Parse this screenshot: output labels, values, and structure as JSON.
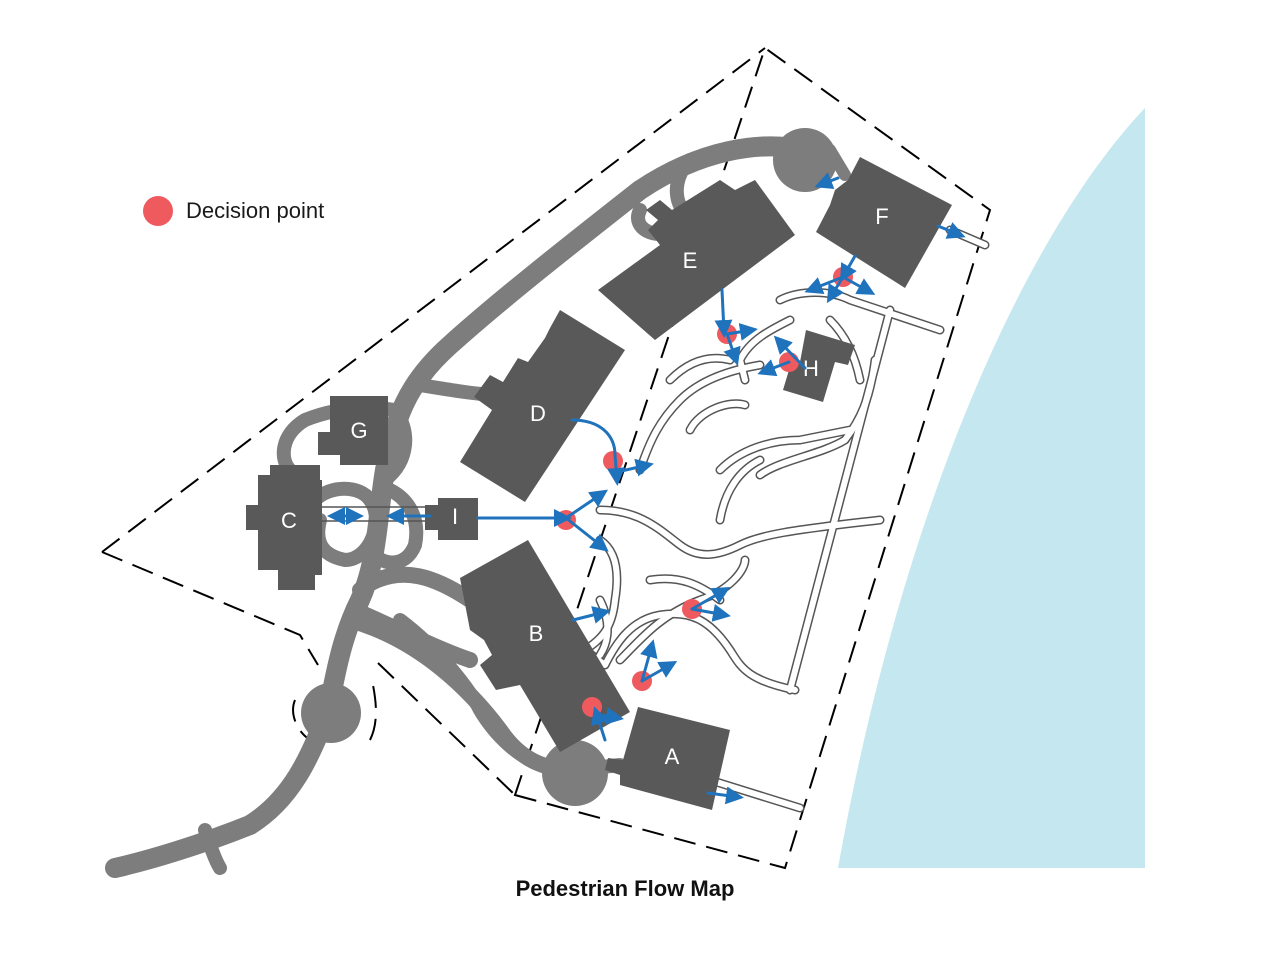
{
  "title": "Pedestrian Flow Map",
  "legend": {
    "label": "Decision point",
    "color": "#ef5a5f"
  },
  "colors": {
    "water": "#c5e7ef",
    "road": "#7d7d7d",
    "building": "#595959",
    "footpath": "#ffffff",
    "footpath_outline": "#555555",
    "flow_arrow": "#1f73bd",
    "decision_point": "#ef5a5f",
    "boundary": "#000000"
  },
  "buildings": [
    {
      "id": "A",
      "label": "A"
    },
    {
      "id": "B",
      "label": "B"
    },
    {
      "id": "C",
      "label": "C"
    },
    {
      "id": "D",
      "label": "D"
    },
    {
      "id": "E",
      "label": "E"
    },
    {
      "id": "F",
      "label": "F"
    },
    {
      "id": "G",
      "label": "G"
    },
    {
      "id": "H",
      "label": "H"
    },
    {
      "id": "I",
      "label": "I"
    }
  ],
  "decision_point_count": 8
}
